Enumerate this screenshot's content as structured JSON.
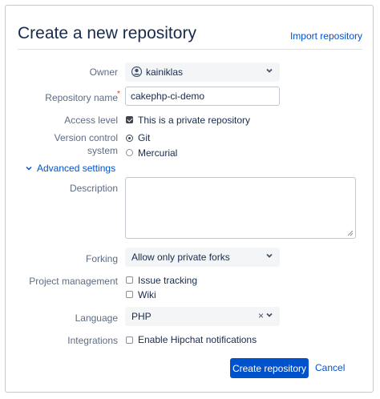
{
  "header": {
    "title": "Create a new repository",
    "import_link": "Import repository"
  },
  "form": {
    "owner": {
      "label": "Owner",
      "value": "kainiklas"
    },
    "repo_name": {
      "label": "Repository name",
      "value": "cakephp-ci-demo",
      "required_mark": "*"
    },
    "access_level": {
      "label": "Access level",
      "checkbox_label": "This is a private repository",
      "checked": true
    },
    "vcs": {
      "label_line1": "Version control",
      "label_line2": "system",
      "options": [
        {
          "label": "Git",
          "selected": true
        },
        {
          "label": "Mercurial",
          "selected": false
        }
      ]
    },
    "advanced": {
      "label": "Advanced settings"
    },
    "description": {
      "label": "Description",
      "value": ""
    },
    "forking": {
      "label": "Forking",
      "value": "Allow only private forks"
    },
    "project_management": {
      "label": "Project management",
      "options": [
        {
          "label": "Issue tracking",
          "checked": false
        },
        {
          "label": "Wiki",
          "checked": false
        }
      ]
    },
    "language": {
      "label": "Language",
      "value": "PHP",
      "clear_glyph": "×"
    },
    "integrations": {
      "label": "Integrations",
      "checkbox_label": "Enable Hipchat notifications",
      "checked": false
    }
  },
  "actions": {
    "create_label": "Create repository",
    "cancel_label": "Cancel"
  },
  "colors": {
    "primary": "#0052cc",
    "link": "#0052cc",
    "label": "#5e6c84",
    "text": "#172b4d"
  }
}
